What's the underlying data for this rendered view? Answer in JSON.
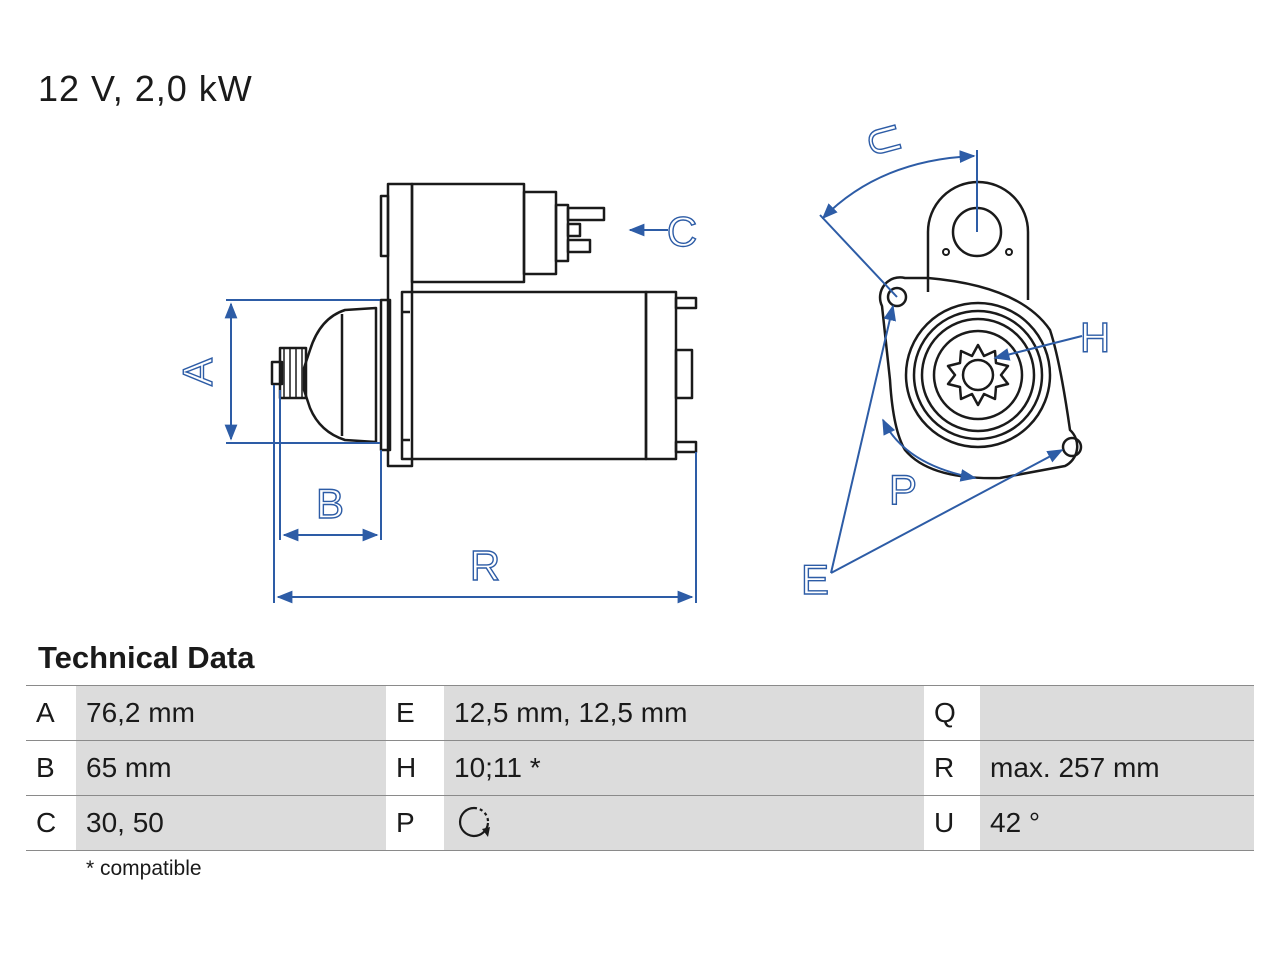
{
  "header": {
    "title": "12 V, 2,0 kW"
  },
  "drawing": {
    "labels": {
      "A": "A",
      "B": "B",
      "C": "C",
      "R": "R",
      "U": "U",
      "H": "H",
      "P": "P",
      "E": "E"
    },
    "colors": {
      "outline": "#1a1a1a",
      "dimension": "#2d5ca6"
    }
  },
  "technical_data": {
    "title": "Technical Data",
    "rows": [
      {
        "k1": "A",
        "v1": "76,2 mm",
        "k2": "E",
        "v2": "12,5 mm, 12,5 mm",
        "k3": "Q",
        "v3": ""
      },
      {
        "k1": "B",
        "v1": "65 mm",
        "k2": "H",
        "v2": "10;11 *",
        "k3": "R",
        "v3": "max. 257 mm"
      },
      {
        "k1": "C",
        "v1": "30, 50",
        "k2": "P",
        "v2": "",
        "v2_icon": "rotation-direction-icon",
        "k3": "U",
        "v3": "42 °"
      }
    ],
    "footnote": "* compatible"
  }
}
